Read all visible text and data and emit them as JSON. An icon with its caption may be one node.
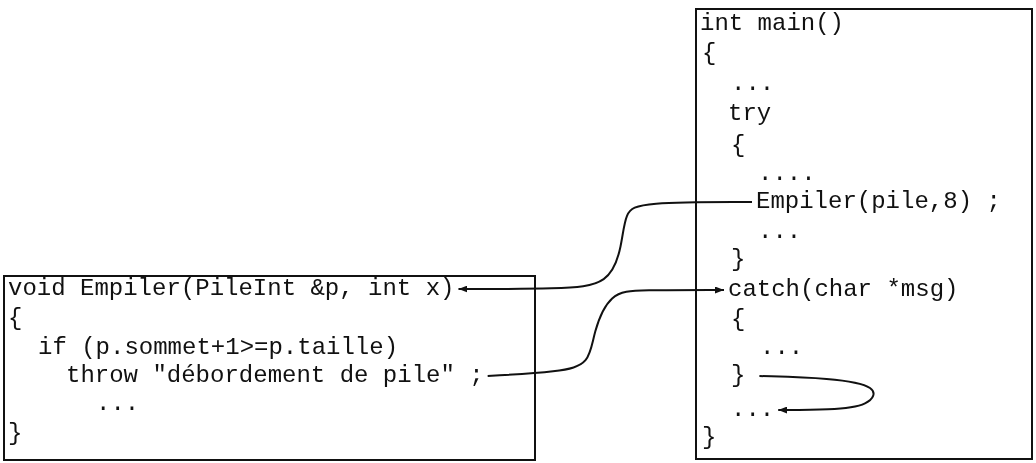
{
  "diagram": {
    "nodes": [
      {
        "text": [],
        "shape": "box"
      },
      {
        "text": [
          "int main()"
        ],
        "in": 0
      },
      {
        "text": [
          "{"
        ],
        "in": 0
      },
      {
        "text": [
          "..."
        ],
        "in": 0
      },
      {
        "text": [
          "try"
        ],
        "in": 0
      },
      {
        "text": [
          "{"
        ],
        "in": 0
      },
      {
        "text": [
          "...."
        ],
        "in": 0
      },
      {
        "text": [
          "Empiler(pile,8) ;"
        ],
        "in": 0
      },
      {
        "text": [
          "..."
        ],
        "in": 0
      },
      {
        "text": [
          "}"
        ],
        "in": 0
      },
      {
        "text": [
          "catch(char *msg)"
        ],
        "in": 0
      },
      {
        "text": [
          "{"
        ],
        "in": 0
      },
      {
        "text": [
          "..."
        ],
        "in": 0
      },
      {
        "text": [
          "}"
        ],
        "in": 0
      },
      {
        "text": [
          "..."
        ],
        "in": 0
      },
      {
        "text": [
          "}"
        ],
        "in": 0
      },
      {
        "text": [],
        "shape": "box"
      },
      {
        "text": [
          "void Empiler(PileInt &p, int x)"
        ],
        "in": 16
      },
      {
        "text": [
          "{"
        ],
        "in": 16
      },
      {
        "text": [
          "if (p.sommet+1>=p.taille)"
        ],
        "in": 16
      },
      {
        "text": [
          "throw \"débordement de pile\" ;"
        ],
        "in": 16
      },
      {
        "text": [
          "..."
        ],
        "in": 16
      },
      {
        "text": [
          "}"
        ],
        "in": 16
      }
    ],
    "edges": [
      {
        "from": 7,
        "to": 17,
        "arrow": "to"
      },
      {
        "from": 20,
        "to": 10,
        "arrow": "to"
      },
      {
        "from": 13,
        "to": 14,
        "arrow": "to"
      }
    ]
  }
}
